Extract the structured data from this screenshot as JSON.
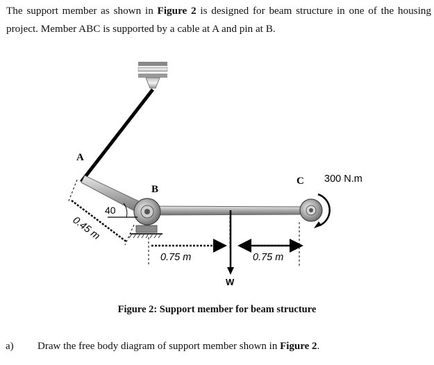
{
  "intro": {
    "part1": "The support member as shown in ",
    "fig_ref": "Figure 2",
    "part2": " is designed for beam structure in one of the housing project. Member ABC is supported by a cable at A and pin at B."
  },
  "figure": {
    "label_a": "A",
    "label_b": "B",
    "label_c": "C",
    "moment": "300 N.m",
    "angle": "40",
    "len_diag": "0.45 m",
    "len_left": "0.75 m",
    "len_right": "0.75 m",
    "load": "W",
    "caption": "Figure 2: Support member for beam structure"
  },
  "question": {
    "label": "a)",
    "part1": "Draw the free body diagram of support member shown in ",
    "fig_ref": "Figure 2",
    "part2": "."
  }
}
